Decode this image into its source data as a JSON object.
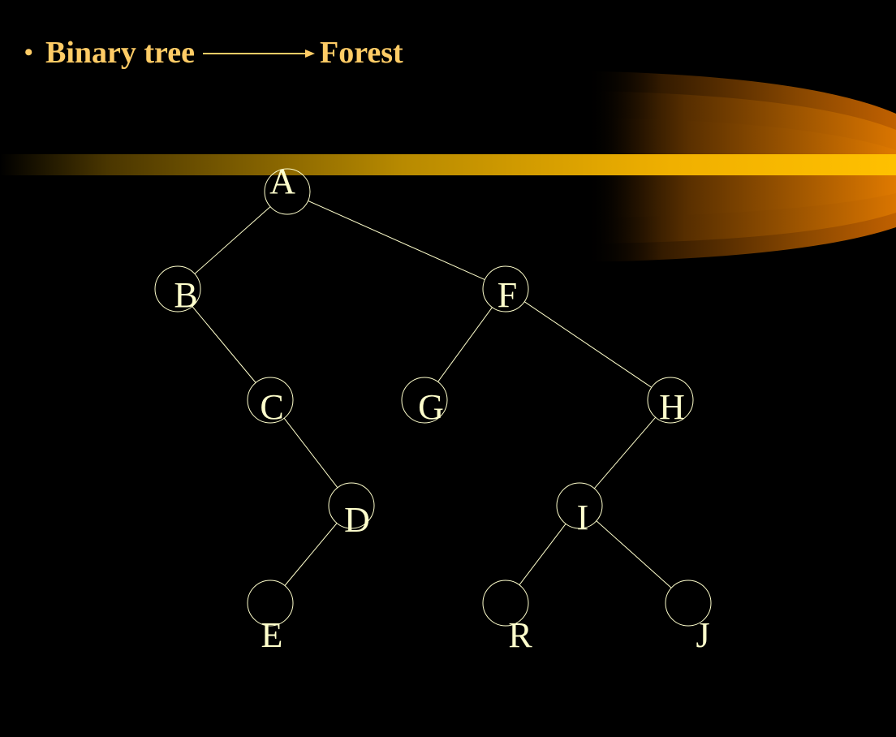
{
  "colors": {
    "background": "#000000",
    "heading": "#FFCC66",
    "line": "#FFFFCC",
    "node_text": "#FFFFCC",
    "bar_gold": "#FFB800",
    "bar_dark": "#6B4A00",
    "flare_orange": "#CC6600"
  },
  "heading": {
    "bullet": "•",
    "left_text": "Binary tree",
    "right_text": "Forest"
  },
  "tree": {
    "nodes": [
      {
        "id": "A",
        "label": "A"
      },
      {
        "id": "B",
        "label": "B"
      },
      {
        "id": "F",
        "label": "F"
      },
      {
        "id": "C",
        "label": "C"
      },
      {
        "id": "G",
        "label": "G"
      },
      {
        "id": "H",
        "label": "H"
      },
      {
        "id": "D",
        "label": "D"
      },
      {
        "id": "I",
        "label": "I"
      },
      {
        "id": "E",
        "label": "E"
      },
      {
        "id": "R",
        "label": "R"
      },
      {
        "id": "J",
        "label": "J"
      }
    ],
    "edges": [
      [
        "A",
        "B"
      ],
      [
        "A",
        "F"
      ],
      [
        "B",
        "C"
      ],
      [
        "C",
        "D"
      ],
      [
        "D",
        "E"
      ],
      [
        "F",
        "G"
      ],
      [
        "F",
        "H"
      ],
      [
        "H",
        "I"
      ],
      [
        "I",
        "R"
      ],
      [
        "I",
        "J"
      ]
    ]
  }
}
